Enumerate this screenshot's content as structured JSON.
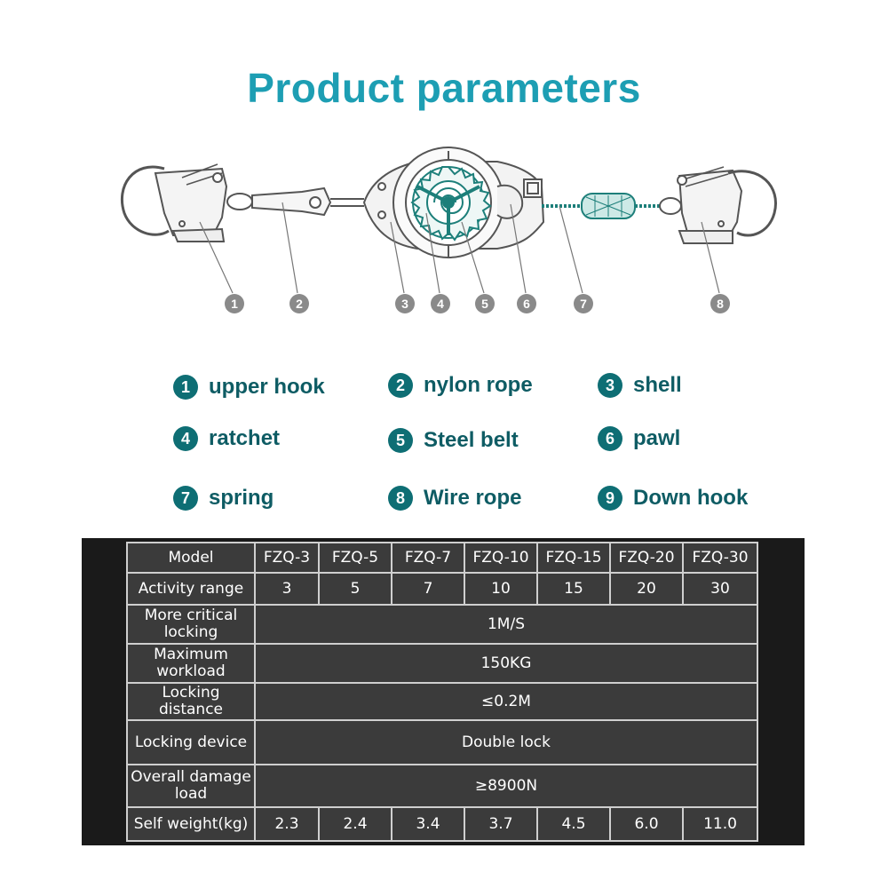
{
  "title": "Product parameters",
  "callouts": [
    "1",
    "2",
    "3",
    "4",
    "5",
    "6",
    "7",
    "8"
  ],
  "legend": [
    {
      "num": "1",
      "label": "upper hook"
    },
    {
      "num": "2",
      "label": "nylon rope"
    },
    {
      "num": "3",
      "label": "shell"
    },
    {
      "num": "4",
      "label": "ratchet"
    },
    {
      "num": "5",
      "label": "Steel belt"
    },
    {
      "num": "6",
      "label": "pawl"
    },
    {
      "num": "7",
      "label": "spring"
    },
    {
      "num": "8",
      "label": "Wire rope"
    },
    {
      "num": "9",
      "label": "Down hook"
    }
  ],
  "table": {
    "model_label": "Model",
    "models": [
      "FZQ-3",
      "FZQ-5",
      "FZQ-7",
      "FZQ-10",
      "FZQ-15",
      "FZQ-20",
      "FZQ-30"
    ],
    "range_label": "Activity range",
    "ranges": [
      "3",
      "5",
      "7",
      "10",
      "15",
      "20",
      "30"
    ],
    "speed_label": "More critical locking",
    "speed_value": "1M/S",
    "workload_label": "Maximum workload",
    "workload_value": "150KG",
    "distance_label": "Locking distance",
    "distance_value": "≤0.2M",
    "device_label": "Locking device",
    "device_value": "Double lock",
    "damage_label": "Overall damage load",
    "damage_value": "≥8900N",
    "weight_label": "Self weight(kg)",
    "weights": [
      "2.3",
      "2.4",
      "3.4",
      "3.7",
      "4.5",
      "6.0",
      "11.0"
    ]
  },
  "colors": {
    "title": "#1d9eb3",
    "legend_text": "#0e5c64",
    "legend_dot": "#0e6e74",
    "callout": "#8a8a8a",
    "panel_bg": "#1a1a1a",
    "cell_bg": "#3b3b3b",
    "cell_border": "#cfcfcf"
  }
}
